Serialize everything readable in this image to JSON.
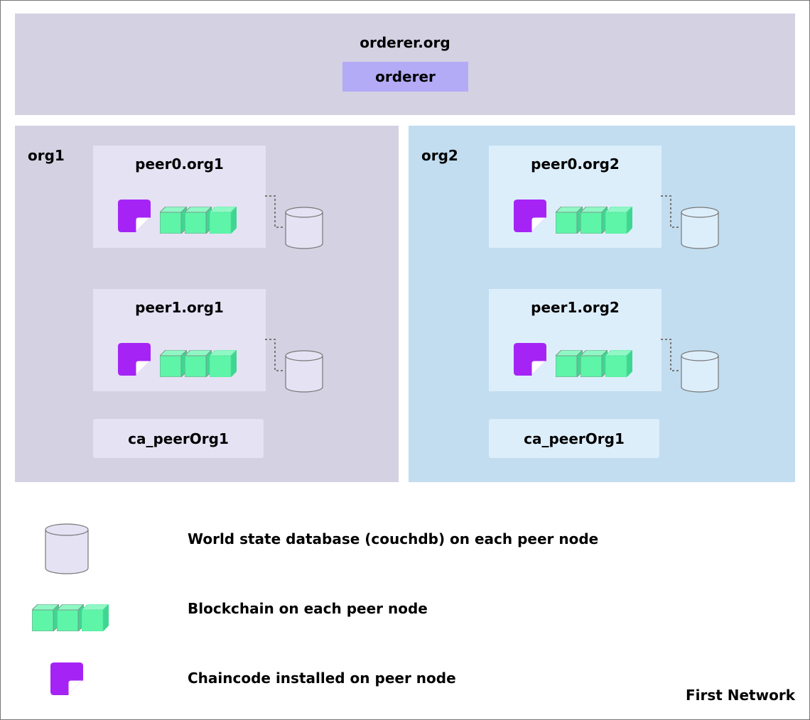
{
  "orderer_org": {
    "name": "orderer.org",
    "orderer_label": "orderer"
  },
  "orgs": [
    {
      "name": "org1",
      "peers": [
        {
          "name": "peer0.org1"
        },
        {
          "name": "peer1.org1"
        }
      ],
      "ca": "ca_peerOrg1"
    },
    {
      "name": "org2",
      "peers": [
        {
          "name": "peer0.org2"
        },
        {
          "name": "peer1.org2"
        }
      ],
      "ca": "ca_peerOrg1"
    }
  ],
  "legend": [
    {
      "icon": "database-icon",
      "text": "World state database (couchdb) on each peer node"
    },
    {
      "icon": "blockchain-icon",
      "text": "Blockchain on each peer node"
    },
    {
      "icon": "chaincode-icon",
      "text": "Chaincode installed on peer node"
    }
  ],
  "footer": "First Network",
  "colors": {
    "orderer_org_bg": "#d4d1e2",
    "orderer_node": "#b3abf6",
    "org1_bg": "#d4d1e2",
    "org1_node": "#e5e2f4",
    "org2_bg": "#c2ddf0",
    "org2_node": "#ddeefb",
    "block": "#5ef5a8",
    "chaincode": "#a524f5"
  }
}
